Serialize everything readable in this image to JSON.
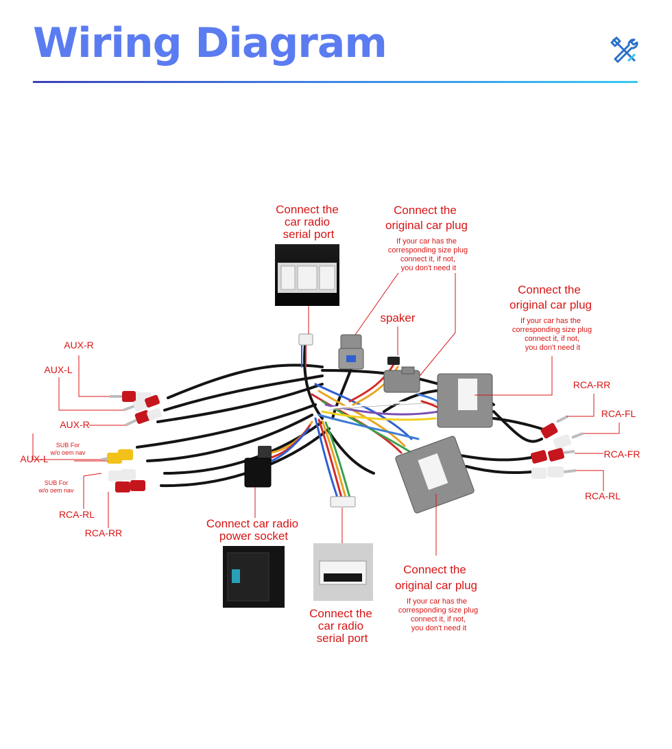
{
  "header": {
    "title": "Wiring Diagram",
    "icon": "tools-icon",
    "title_color": "#5b7cf0",
    "rule_colors": [
      "#3a3fb8",
      "#3f86e8",
      "#36c9f0"
    ]
  },
  "label_color": "#d81414",
  "callouts": {
    "serial_top": [
      "Connect the",
      "car radio",
      "serial port"
    ],
    "plug_top": {
      "title": [
        "Connect the",
        "original car plug"
      ],
      "note": [
        "If your car has the",
        "corresponding size plug",
        "connect it, if not,",
        "you don't need it"
      ]
    },
    "plug_right": {
      "title": [
        "Connect the",
        "original car plug"
      ],
      "note": [
        "If your car has the",
        "corresponding size plug",
        "connect it, if not,",
        "you don't need it"
      ]
    },
    "speaker": "spaker",
    "power": [
      "Connect car radio",
      "power socket"
    ],
    "serial_bottom": [
      "Connect the",
      "car radio",
      "serial port"
    ],
    "plug_bottom": {
      "title": [
        "Connect the",
        "original car plug"
      ],
      "note": [
        "If your car has the",
        "corresponding size plug",
        "connect it, if not,",
        "you don't need it"
      ]
    }
  },
  "left_labels": {
    "aux_r_top": "AUX-R",
    "aux_l_top": "AUX-L",
    "aux_r_mid": "AUX-R",
    "aux_l_bottom": "AUX-L",
    "sub_1": [
      "SUB For",
      "w/o oem nav"
    ],
    "sub_2": [
      "SUB For",
      "w/o oem nav"
    ],
    "rca_rl": "RCA-RL",
    "rca_rr": "RCA-RR"
  },
  "right_labels": {
    "rca_rr": "RCA-RR",
    "rca_fl": "RCA-FL",
    "rca_fr": "RCA-FR",
    "rca_rl": "RCA-RL"
  },
  "connector_colors": {
    "red": "#c4161c",
    "white": "#ececec",
    "yellow": "#f2c21a",
    "gray": "#8e8e8e",
    "wire": "#1a1a1a"
  }
}
